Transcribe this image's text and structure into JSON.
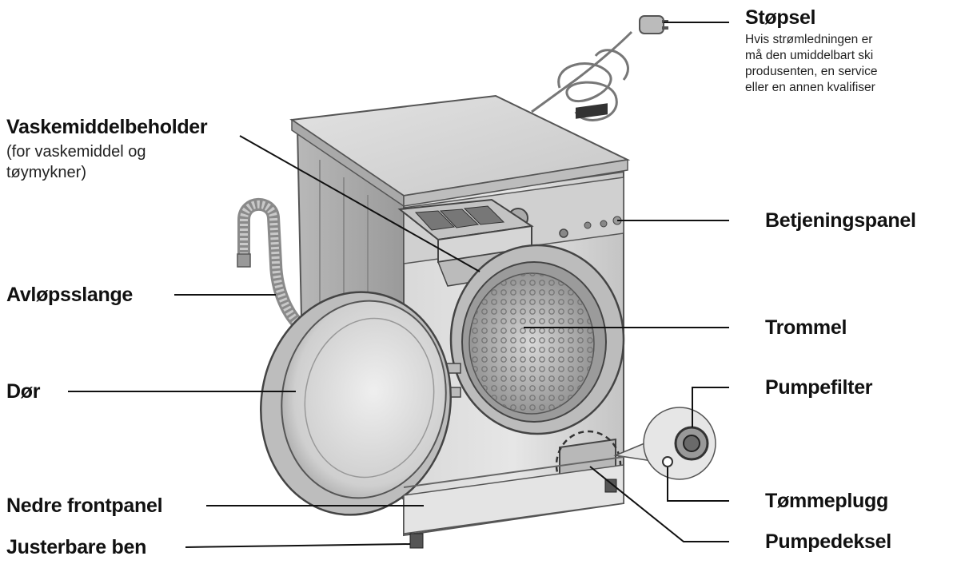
{
  "labels": {
    "stopsel": {
      "title": "Støpsel",
      "note": "Hvis strømledningen er\nmå den umiddelbart ski\nprodusenten, en service\neller en annen kvalifiser"
    },
    "vaskemiddelbeholder": {
      "title": "Vaskemiddelbeholder",
      "note": "(for vaskemiddel og\ntøymykner)"
    },
    "betjeningspanel": "Betjeningspanel",
    "avlopsslange": "Avløpsslange",
    "trommel": "Trommel",
    "dor": "Dør",
    "pumpefilter": "Pumpefilter",
    "tommeplugg": "Tømmeplugg",
    "nedre_frontpanel": "Nedre frontpanel",
    "pumpedeksel": "Pumpedeksel",
    "justerbare_ben": "Justerbare ben"
  }
}
